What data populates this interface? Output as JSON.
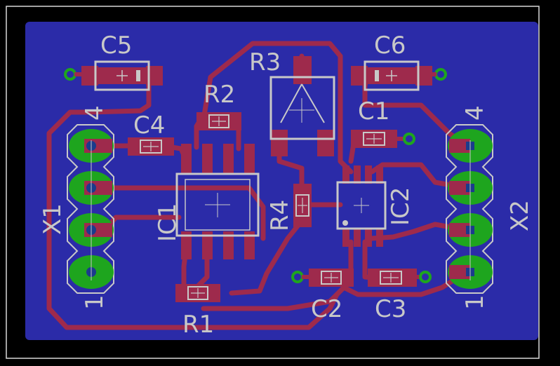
{
  "board": {
    "colors": {
      "background": "#000000",
      "outline": "#d9d9d9",
      "copper_pour": "#2b2ba8",
      "trace": "#9e2a4c",
      "pad_green": "#1ea51e",
      "silkscreen": "#c8c8c8",
      "hole": "#1b3b8c"
    }
  },
  "labels": {
    "c5": "C5",
    "c6": "C6",
    "r3": "R3",
    "r2": "R2",
    "c1": "C1",
    "c4": "C4",
    "ic1": "IC1",
    "r4": "R4",
    "ic2": "IC2",
    "x1": "X1",
    "x2": "X2",
    "r1": "R1",
    "c2": "C2",
    "c3": "C3",
    "x1_pin4": "4",
    "x1_pin1": "1",
    "x2_pin4": "4",
    "x2_pin1": "1"
  }
}
